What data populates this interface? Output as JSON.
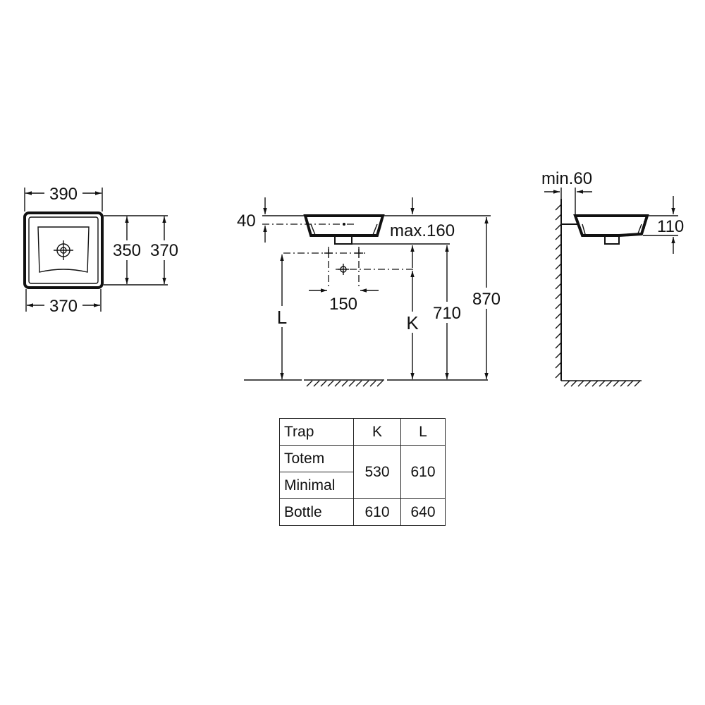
{
  "top_view": {
    "width_top": "390",
    "width_bottom": "370",
    "depth_inner": "350",
    "depth_outer": "370"
  },
  "front_view": {
    "rim_height": "40",
    "max_depth": "max.160",
    "tap_spacing": "150",
    "label_l": "L",
    "label_k": "K",
    "height_710": "710",
    "height_870": "870"
  },
  "side_view": {
    "wall_gap": "min.60",
    "basin_height": "110"
  },
  "trap_table": {
    "headers": [
      "Trap",
      "K",
      "L"
    ],
    "rows": [
      {
        "trap": "Totem",
        "k": "530",
        "l": "610"
      },
      {
        "trap": "Minimal"
      },
      {
        "trap": "Bottle",
        "k": "610",
        "l": "640"
      }
    ]
  }
}
